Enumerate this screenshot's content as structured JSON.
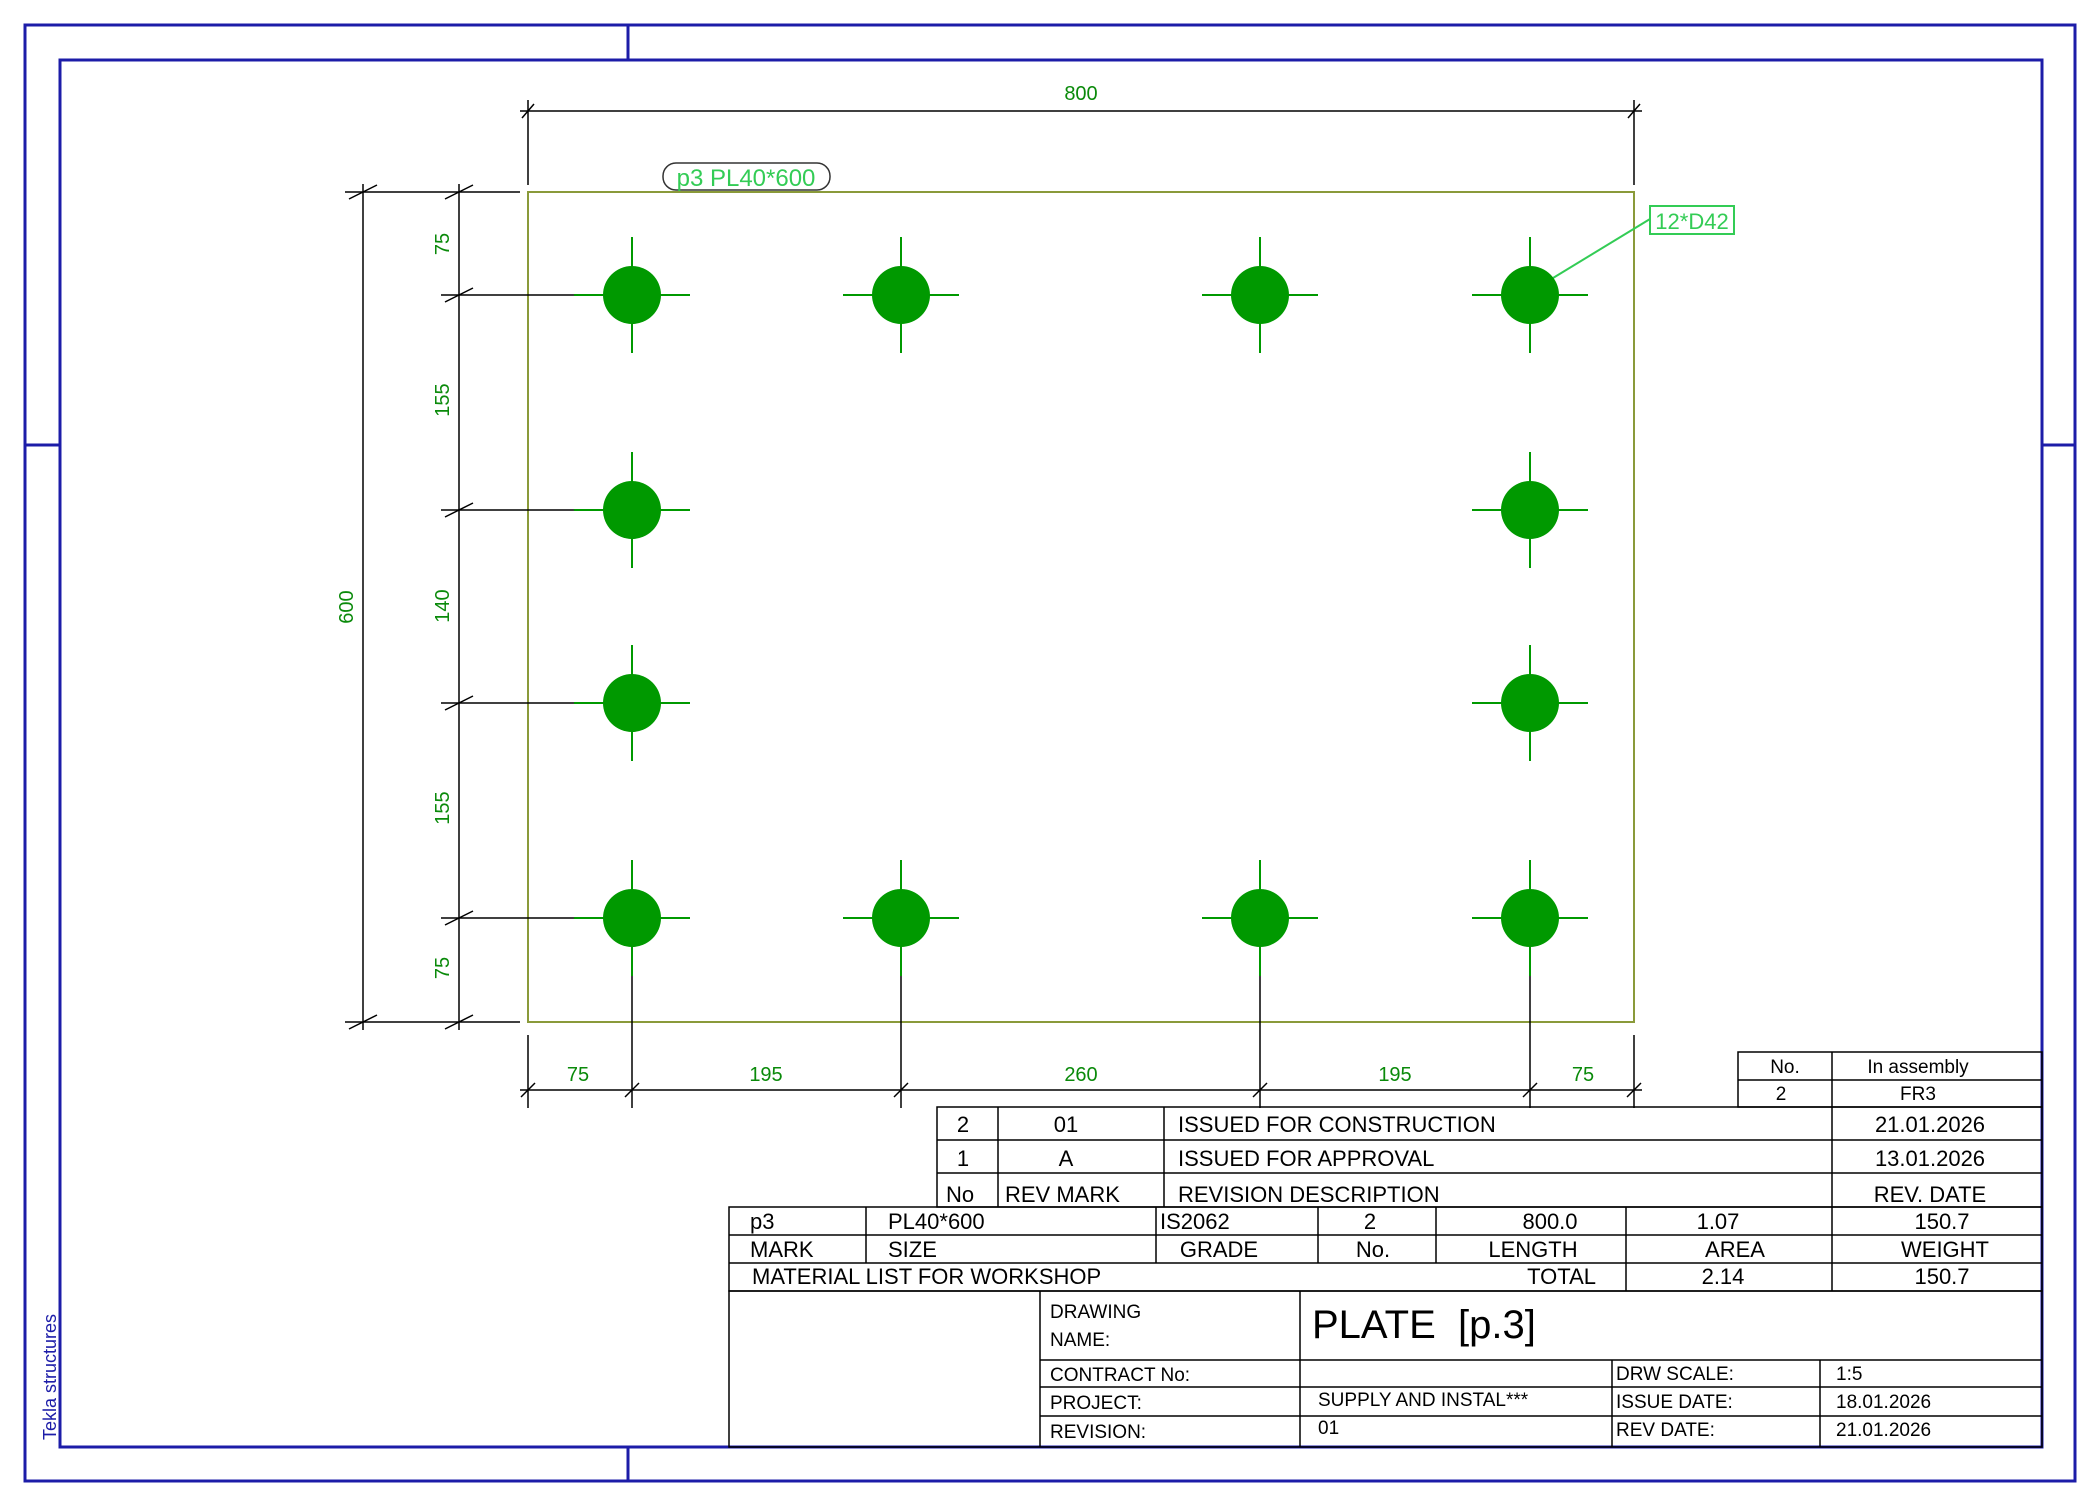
{
  "vendor": "Tekla structures",
  "part_label": "p3 PL40*600",
  "hole_label": "12*D42",
  "dimensions": {
    "overall_width": "800",
    "overall_height": "600",
    "vertical": [
      "75",
      "155",
      "140",
      "155",
      "75"
    ],
    "horizontal": [
      "75",
      "195",
      "260",
      "195",
      "75"
    ]
  },
  "assembly_table": {
    "headers": [
      "No.",
      "In assembly"
    ],
    "row": [
      "2",
      "FR3"
    ]
  },
  "revisions": {
    "rows": [
      [
        "2",
        "01",
        "ISSUED FOR CONSTRUCTION",
        "21.01.2026"
      ],
      [
        "1",
        "A",
        "ISSUED FOR APPROVAL",
        "13.01.2026"
      ]
    ],
    "headers": [
      "No",
      "REV MARK",
      "REVISION DESCRIPTION",
      "REV. DATE"
    ]
  },
  "material": {
    "row": [
      "p3",
      "PL40*600",
      "IS2062",
      "2",
      "800.0",
      "1.07",
      "150.7"
    ],
    "headers": [
      "MARK",
      "SIZE",
      "GRADE",
      "No.",
      "LENGTH",
      "AREA",
      "WEIGHT"
    ],
    "list_label": "MATERIAL LIST FOR WORKSHOP",
    "total_label": "TOTAL",
    "total_area": "2.14",
    "total_weight": "150.7"
  },
  "title_block": {
    "drawing_name_label_1": "DRAWING",
    "drawing_name_label_2": "NAME:",
    "drawing_name": "PLATE  [p.3]",
    "contract_label": "CONTRACT No:",
    "contract_value": "",
    "project_label": "PROJECT:",
    "project_value": "SUPPLY AND INSTAL***",
    "revision_label": "REVISION:",
    "revision_value": "01",
    "scale_label": "DRW SCALE:",
    "scale_value": "1:5",
    "issue_label": "ISSUE DATE:",
    "issue_value": "18.01.2026",
    "revdate_label": "REV DATE:",
    "revdate_value": "21.01.2026"
  },
  "colors": {
    "frame": "#1c1ca8",
    "plate_outline": "#8a9a3a",
    "hole_fill": "#009900",
    "dimension_text": "#0a8a0a",
    "leader_text": "#33cc55"
  },
  "holes_count": 12
}
